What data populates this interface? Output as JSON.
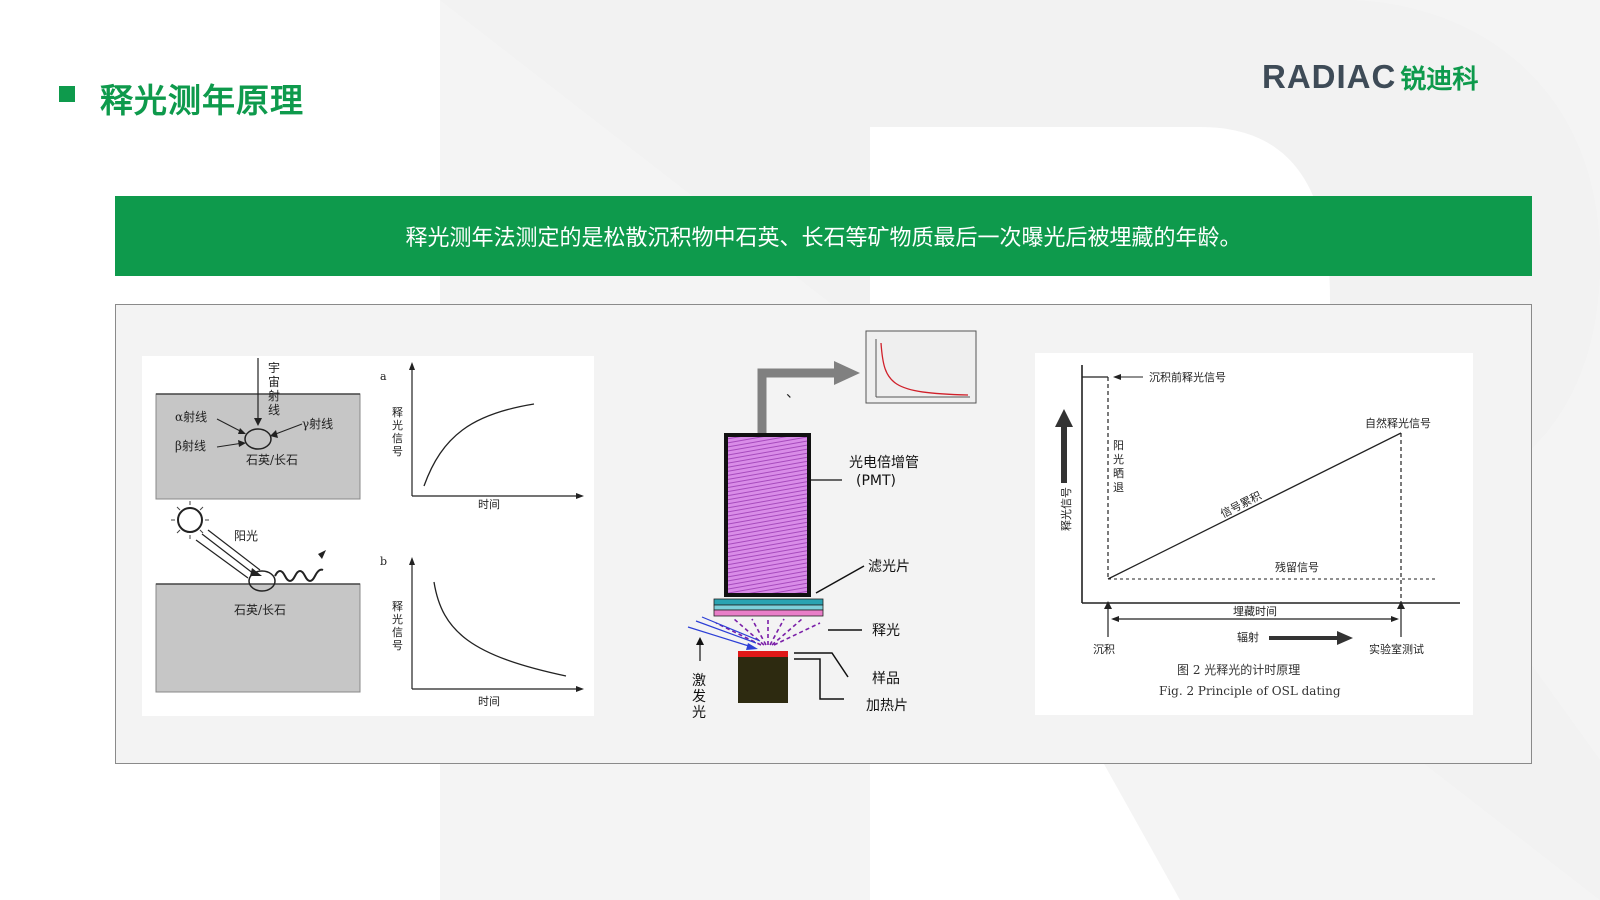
{
  "header": {
    "title": "释光测年原理",
    "logo_word": "RADIAC",
    "logo_cn": "锐迪科"
  },
  "banner": {
    "text": "释光测年法测定的是松散沉积物中石英、长石等矿物质最后一次曝光后被埋藏的年龄。"
  },
  "left_figure": {
    "cosmic_ray": [
      "宇",
      "宙",
      "射",
      "线"
    ],
    "alpha": "α射线",
    "beta": "β射线",
    "gamma": "γ射线",
    "mineral_top": "石英/长石",
    "sunlight": "阳光",
    "mineral_bottom": "石英/长石",
    "plot_a_label": "a",
    "plot_b_label": "b",
    "ylabel_chars": [
      "释",
      "光",
      "信",
      "号"
    ],
    "xlabel": "时间"
  },
  "center_figure": {
    "pmt_line1": "光电倍增管",
    "pmt_line2": "(PMT)",
    "filter": "滤光片",
    "luminescence": "释光",
    "sample": "样品",
    "heater": "加热片",
    "excitation": [
      "激",
      "发",
      "光"
    ],
    "mark": "、"
  },
  "right_figure": {
    "pre_signal": "沉积前释光信号",
    "bleach": [
      "阳",
      "光",
      "晒",
      "退"
    ],
    "natural_signal": "自然释光信号",
    "accumulation": "信号累积",
    "ylabel": "释光信号",
    "residual": "残留信号",
    "burial_time": "埋藏时间",
    "radiation": "辐射",
    "deposition": "沉积",
    "lab_test": "实验室测试",
    "caption_cn": "图 2  光释光的计时原理",
    "caption_en": "Fig. 2  Principle of OSL dating"
  },
  "colors": {
    "brand_green": "#0e9a4c",
    "logo_gray": "#3e4b57",
    "pmt_fill": "#d98ce8",
    "decay_curve": "#d0202a",
    "sample_red": "#e01818",
    "heater_fill": "#2d2a10",
    "filter_teal": "#2aa3b2",
    "filter_pink": "#e97ec8"
  }
}
